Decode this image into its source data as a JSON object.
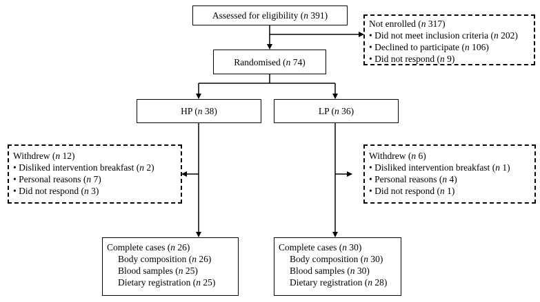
{
  "assessed": {
    "label": "Assessed for eligibility",
    "n": "n",
    "count": " 391"
  },
  "not_enrolled": {
    "title": {
      "label": "Not enrolled",
      "count": " 317"
    },
    "items": [
      {
        "label": "Did not meet inclusion criteria",
        "count": " 202"
      },
      {
        "label": "Declined to participate",
        "count": " 106"
      },
      {
        "label": "Did not respond",
        "count": " 9"
      }
    ]
  },
  "randomised": {
    "label": "Randomised",
    "count": " 74"
  },
  "hp": {
    "label": "HP",
    "count": " 38"
  },
  "lp": {
    "label": "LP",
    "count": " 36"
  },
  "withdrew_hp": {
    "title": {
      "label": "Withdrew",
      "count": " 12"
    },
    "items": [
      {
        "label": "Disliked intervention breakfast",
        "count": " 2"
      },
      {
        "label": "Personal reasons",
        "count": " 7"
      },
      {
        "label": "Did not respond",
        "count": " 3"
      }
    ]
  },
  "withdrew_lp": {
    "title": {
      "label": "Withdrew",
      "count": " 6"
    },
    "items": [
      {
        "label": "Disliked intervention breakfast",
        "count": " 1"
      },
      {
        "label": "Personal reasons",
        "count": " 4"
      },
      {
        "label": "Did not respond",
        "count": " 1"
      }
    ]
  },
  "complete_hp": {
    "title": {
      "label": "Complete cases",
      "count": " 26"
    },
    "items": [
      {
        "label": "Body composition",
        "count": " 26"
      },
      {
        "label": "Blood samples",
        "count": " 25"
      },
      {
        "label": "Dietary registration",
        "count": " 25"
      }
    ]
  },
  "complete_lp": {
    "title": {
      "label": "Complete cases",
      "count": " 30"
    },
    "items": [
      {
        "label": "Body composition",
        "count": " 30"
      },
      {
        "label": "Blood samples",
        "count": " 30"
      },
      {
        "label": "Dietary registration",
        "count": " 28"
      }
    ]
  }
}
